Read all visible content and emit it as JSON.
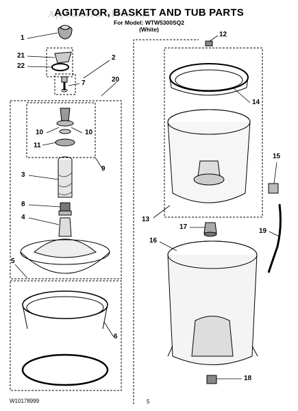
{
  "header": {
    "title": "AGITATOR, BASKET AND TUB PARTS",
    "model_line": "For Model: WTW5300SQ2",
    "color_line": "(White)"
  },
  "watermark": "AppliancePartsPros.com",
  "callouts": [
    "1",
    "21",
    "22",
    "2",
    "7",
    "20",
    "10",
    "10",
    "11",
    "9",
    "3",
    "8",
    "4",
    "5",
    "6",
    "12",
    "14",
    "13",
    "17",
    "15",
    "19",
    "16",
    "18"
  ],
  "footer": {
    "doc_number": "W10178999",
    "page_number": "5"
  }
}
